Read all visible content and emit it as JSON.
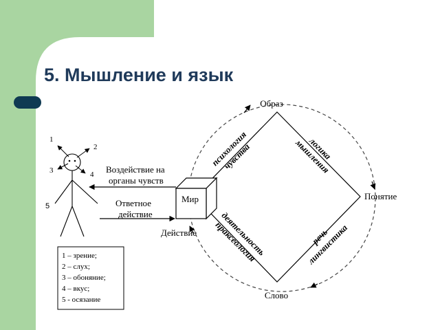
{
  "slide": {
    "title": "5. Мышление и язык",
    "accent_green": "#a9d5a1",
    "accent_navy": "#1f3a5a",
    "bullet_color": "#0f3a52"
  },
  "diagram": {
    "nodes": {
      "top": "Образ",
      "right": "Понятие",
      "bottom": "Слово",
      "left": "Действие",
      "cube": "Мир"
    },
    "edges": {
      "top_left_outer": "психология",
      "top_left_inner": "чувства",
      "top_right_outer": "логика",
      "top_right_inner": "мышления",
      "bottom_right_outer": "речь",
      "bottom_right_inner": "лингвистика",
      "bottom_left_outer": "деятельность",
      "bottom_left_inner": "праксеология"
    },
    "arrows": {
      "influence_line1": "Воздействие на",
      "influence_line2": "органы чувств",
      "response_line1": "Ответное",
      "response_line2": "действие"
    },
    "figure_numbers": [
      "1",
      "2",
      "3",
      "4",
      "5"
    ],
    "legend": [
      "1 – зрение;",
      "2 – слух;",
      "3 – обоняние;",
      "4 – вкус;",
      "5 - осязание"
    ]
  }
}
